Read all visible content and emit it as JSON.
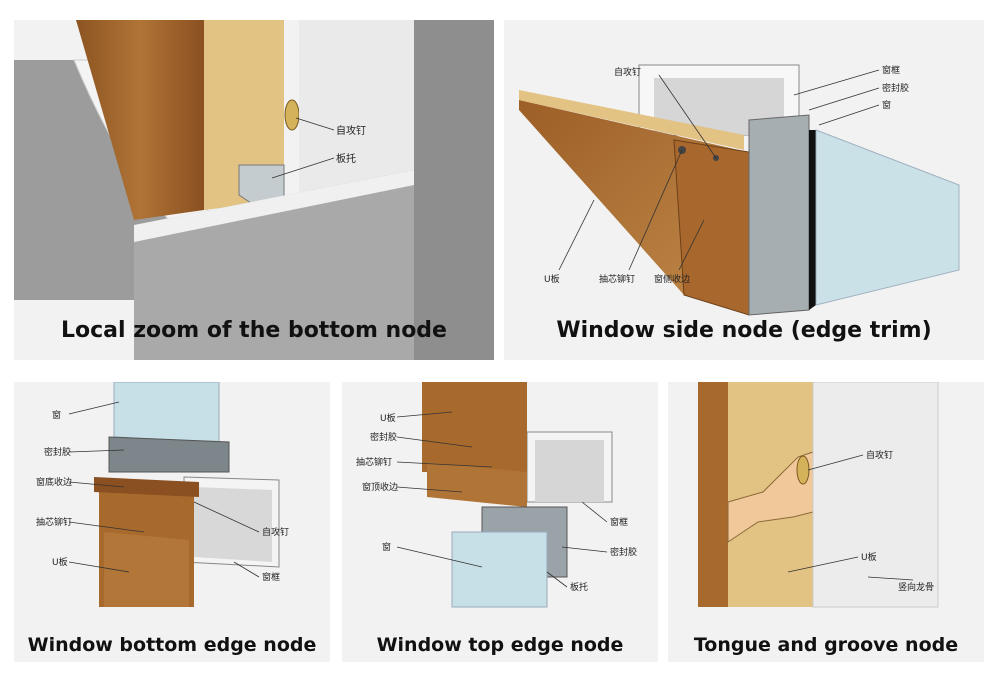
{
  "panels": [
    {
      "caption": "Local zoom of the bottom node",
      "labels": {
        "screw": "自攻钉",
        "bracket": "板托"
      }
    },
    {
      "caption": "Window side node (edge trim)",
      "labels": {
        "screw": "自攻钉",
        "frame": "窗框",
        "sealant": "密封胶",
        "window": "窗",
        "u_panel": "U板",
        "rivet": "抽芯铆钉",
        "side_trim": "窗侧收边"
      }
    },
    {
      "caption": "Window bottom edge node",
      "labels": {
        "window": "窗",
        "sealant": "密封胶",
        "bottom_trim": "窗底收边",
        "rivet": "抽芯铆钉",
        "u_panel": "U板",
        "screw": "自攻钉",
        "frame": "窗框"
      }
    },
    {
      "caption": "Window top edge node",
      "labels": {
        "u_panel": "U板",
        "sealant": "密封胶",
        "rivet": "抽芯铆钉",
        "top_trim": "窗顶收边",
        "window": "窗",
        "frame": "窗框",
        "sealant2": "密封胶",
        "bracket": "板托"
      }
    },
    {
      "caption": "Tongue and groove node",
      "labels": {
        "screw": "自攻钉",
        "u_panel": "U板",
        "keel": "竖向龙骨"
      }
    }
  ],
  "colors": {
    "panel_bg": "#f2f2f2",
    "wood": "#a86a2c",
    "insulation": "#e3c383",
    "metal": "#9aa3a8",
    "glass": "#c7e0e8"
  }
}
